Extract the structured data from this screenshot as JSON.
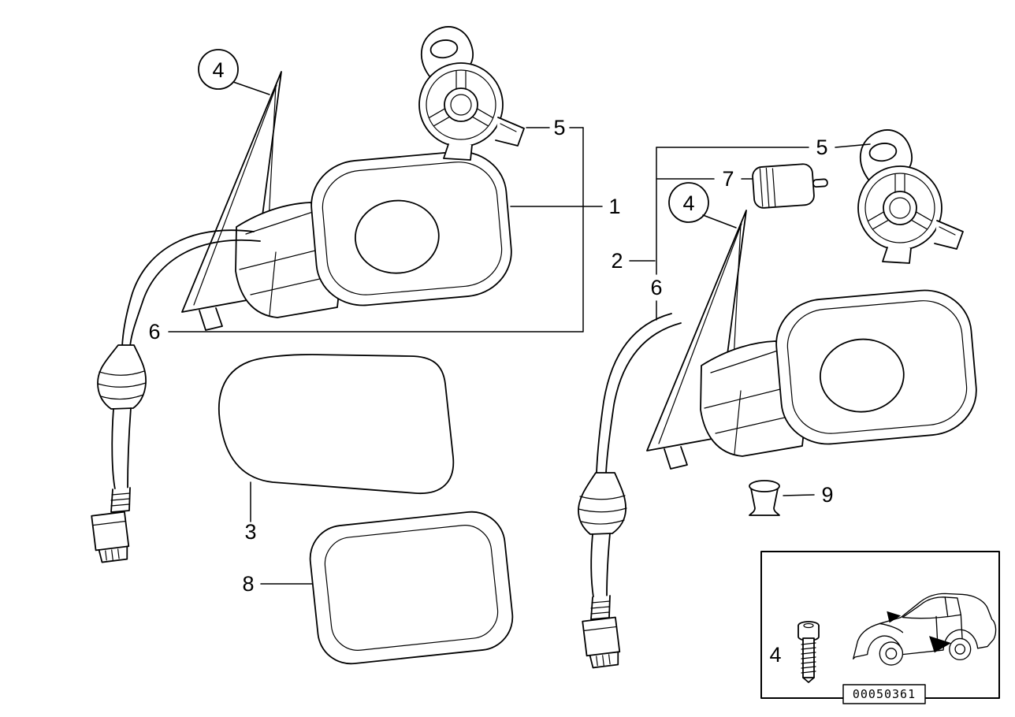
{
  "diagram": {
    "description": "Exploded parts diagram, outside rearview mirrors left and right with glass, drive, bracket, harness and mounting hardware",
    "background_color": "#ffffff",
    "line_color": "#000000",
    "part_number": "00050361",
    "callouts": {
      "n1": "1",
      "n2": "2",
      "n3": "3",
      "n4": "4",
      "n5": "5",
      "n6": "6",
      "n7": "7",
      "n8": "8",
      "n9": "9"
    }
  }
}
